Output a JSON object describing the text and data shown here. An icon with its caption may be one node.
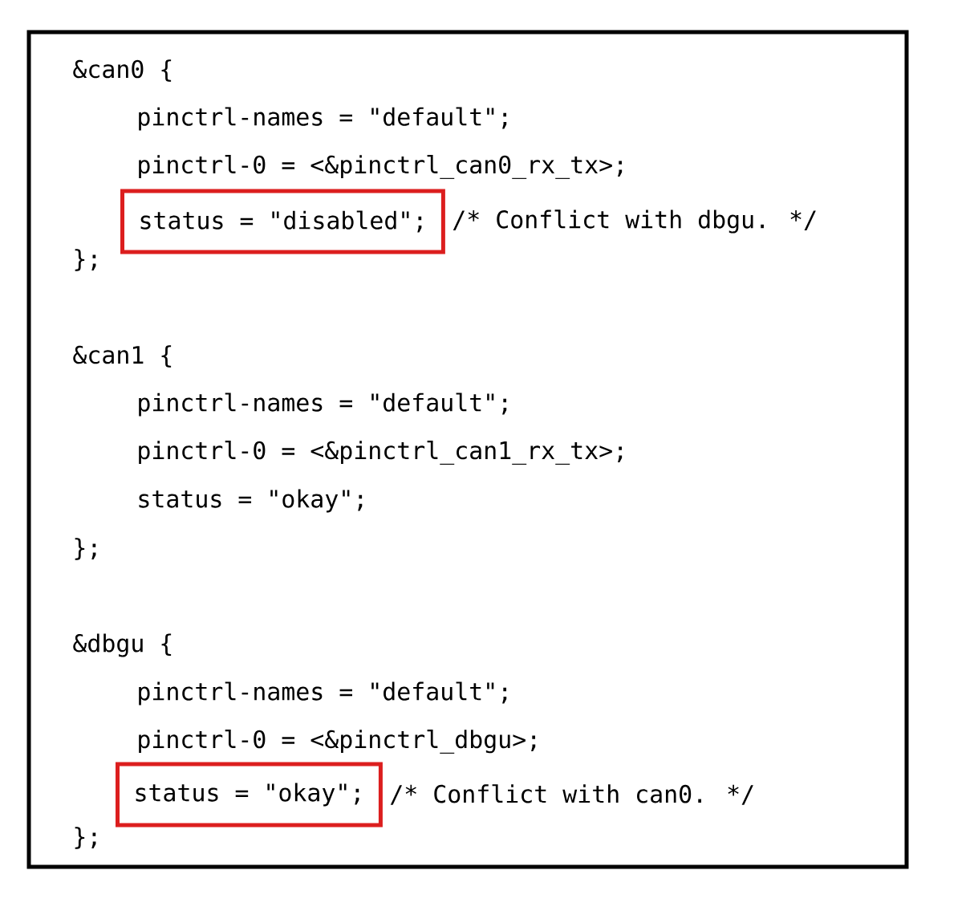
{
  "diagram": {
    "nodes": [
      {
        "text": [
          "status = \"disabled\";"
        ],
        "beside": [
          "/* Conflict with dbgu. */"
        ]
      },
      {
        "text": [
          "status = \"okay\";"
        ],
        "beside": [
          "/* Conflict with can0. */"
        ]
      }
    ],
    "labels": [
      "&can0 {",
      "pinctrl-names = \"default\";",
      "pinctrl-0 = <&pinctrl_can0_rx_tx>;",
      "};",
      "&can1 {",
      "pinctrl-names = \"default\";",
      "pinctrl-0 = <&pinctrl_can1_rx_tx>;",
      "status = \"okay\";",
      "};",
      "&dbgu {",
      "pinctrl-names = \"default\";",
      "pinctrl-0 = <&pinctrl_dbgu>;",
      "};"
    ]
  }
}
